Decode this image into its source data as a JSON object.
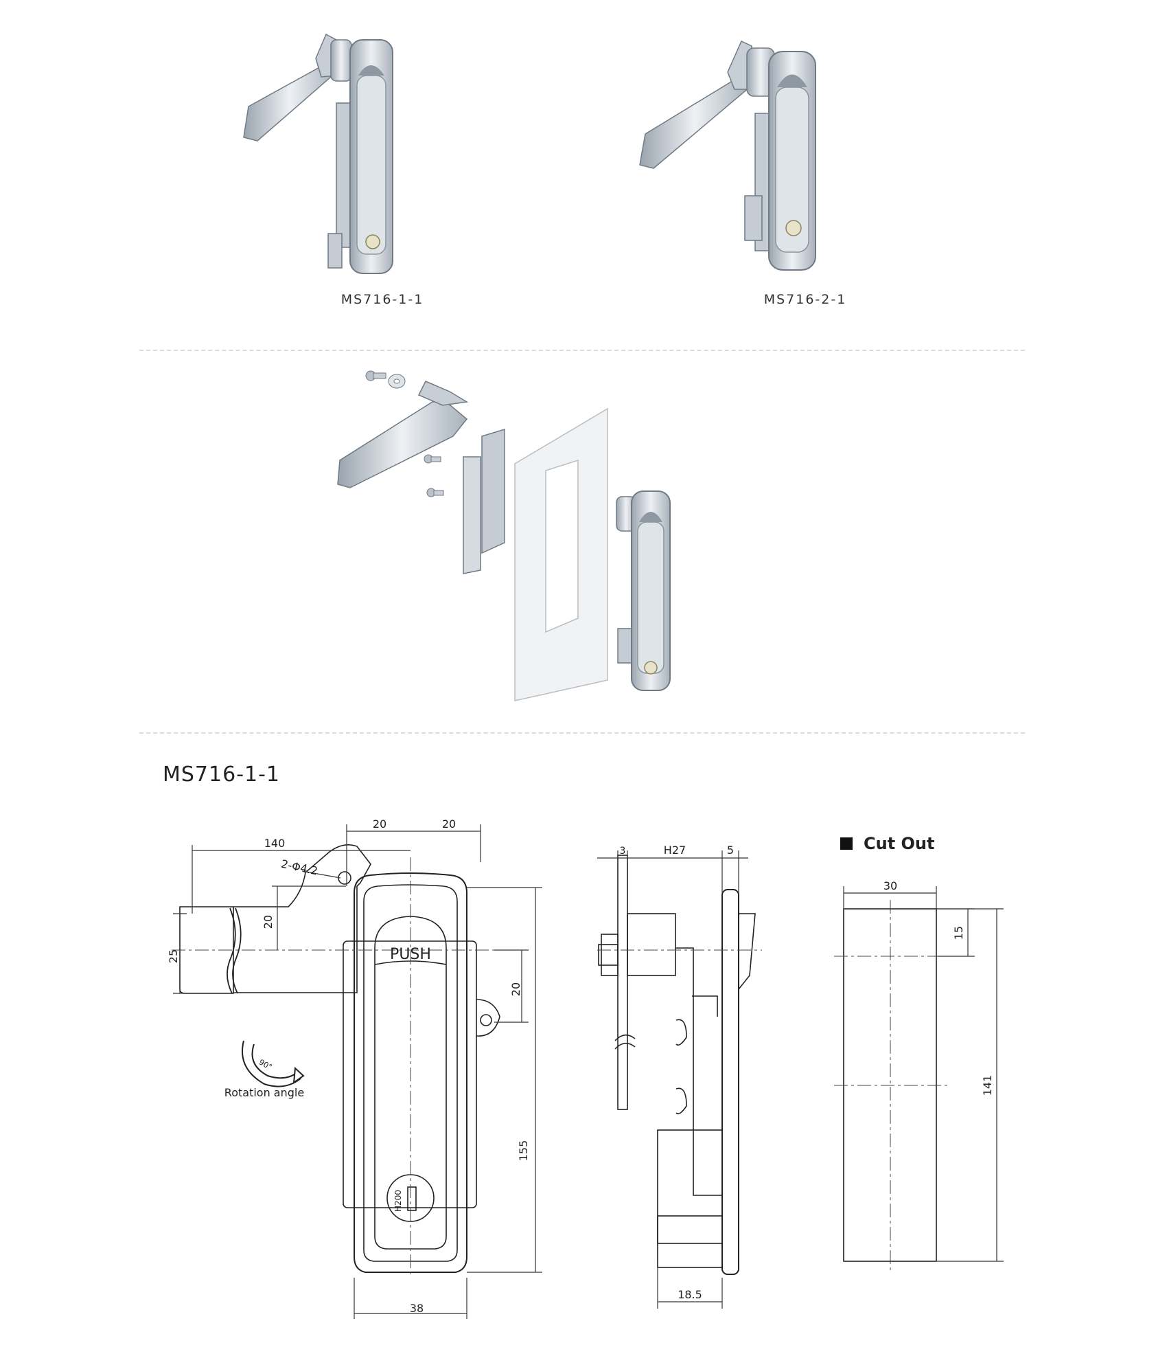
{
  "products": [
    {
      "label": "MS716-1-1"
    },
    {
      "label": "MS716-2-1"
    }
  ],
  "drawing_title": "MS716-1-1",
  "front_view": {
    "dims": {
      "d140": "140",
      "d20a": "20",
      "d20b": "20",
      "hole": "2-Φ4.2",
      "d20c": "20",
      "d25": "25",
      "d20d": "20",
      "d155": "155",
      "d38": "38"
    },
    "push_label": "PUSH",
    "key_code": "H200",
    "rotation_angle_value": "90°",
    "rotation_label": "Rotation angle"
  },
  "side_view": {
    "dims": {
      "d3": "3",
      "dH27": "H27",
      "d5": "5",
      "d18_5": "18.5"
    }
  },
  "cutout": {
    "title": "Cut Out",
    "dims": {
      "d30": "30",
      "d15": "15",
      "d141": "141"
    }
  },
  "colors": {
    "line": "#222222",
    "metal_light": "#e4e8ec",
    "metal_mid": "#b9c1ca",
    "metal_dark": "#7d8894",
    "divider": "#dcdcdc"
  }
}
